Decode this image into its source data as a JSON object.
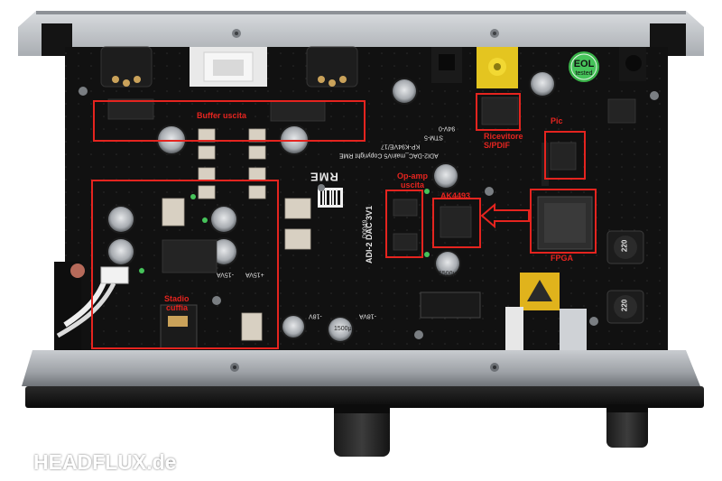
{
  "annotations": {
    "color": "#e5241f",
    "output_buffers": "Buffer uscita",
    "receiver_spdif_line1": "Ricevitore",
    "receiver_spdif_line2": "S/PDIF",
    "pic_line1": "Pic",
    "pic_line2": "",
    "opamp_line1": "Op-amp",
    "opamp_line2": "uscita",
    "dac_chip": "AK4493",
    "fpga": "FPGA",
    "headphone_stage_line1": "Stadio",
    "headphone_stage_line2": "cuffia"
  },
  "board_silkscreen": {
    "brand": "RME",
    "model": "ADI-2 DAC 3V1",
    "serial": "D0049",
    "copyright": "ADI2-DAC_mainV5  Copyright RME",
    "kp_code": "KP-K94VE/17",
    "stm": "STM-5",
    "rating": "94V-0",
    "rails_left_a": "-15VA",
    "rails_left_b": "+15VA",
    "rails_mid_a": "-18V",
    "rails_mid_b": "-18VA"
  },
  "capacitor_labels": {
    "c1": "1500μ",
    "c2": "1500μ",
    "c3": "1500μ"
  },
  "eol_sticker": {
    "line1": "EOL",
    "line2": "tested"
  },
  "inductors": {
    "top": "220",
    "bottom": "220"
  },
  "watermark": {
    "text": "HEADFLUX.de"
  }
}
